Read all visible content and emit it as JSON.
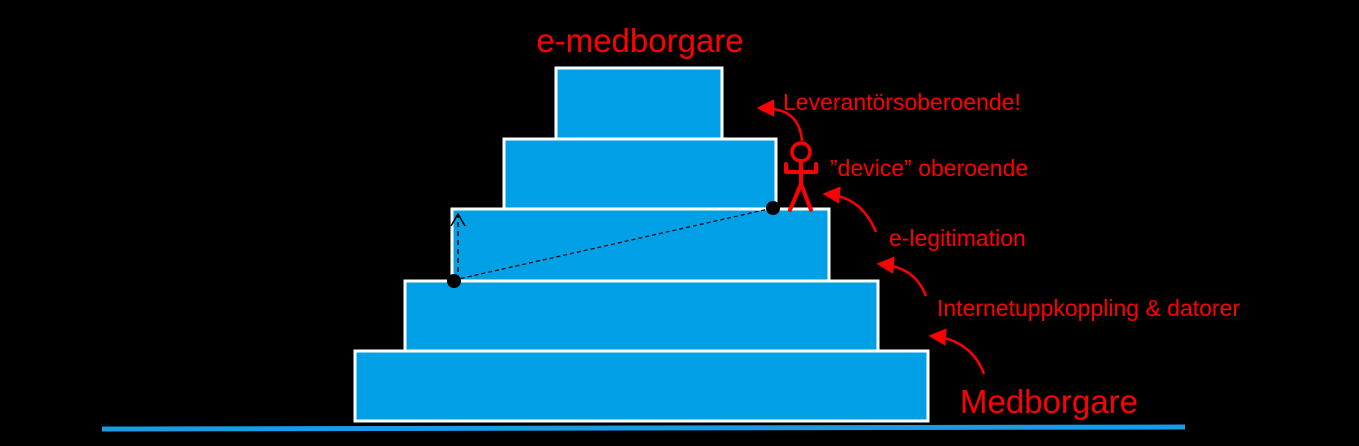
{
  "diagram": {
    "title": "e-medborgare",
    "labels": {
      "supplier_independent": "Leverantörsoberoende!",
      "device_independent": "”device” oberoende",
      "e_id": "e-legitimation",
      "internet": "Internetuppkoppling & datorer",
      "citizen": "Medborgare"
    },
    "colors": {
      "background": "#000000",
      "block_fill": "#00a0e6",
      "block_stroke": "#ffffff",
      "label_color": "#ff0000",
      "ground_line": "#1a9be6"
    },
    "icons": {
      "figure": "stick-figure-icon",
      "arrows": "curved-arrow-icon"
    }
  }
}
